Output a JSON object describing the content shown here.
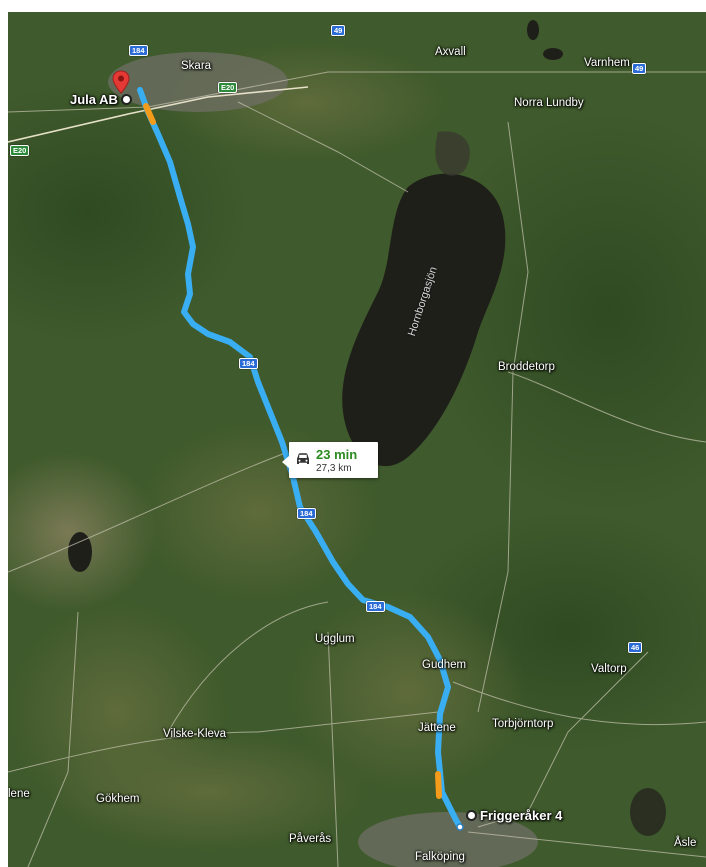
{
  "places": {
    "skara": "Skara",
    "axvall": "Axvall",
    "varnhem": "Varnhem",
    "norra_lundby": "Norra Lundby",
    "hornborgasjon": "Hornborgasjön",
    "broddetorp": "Broddetorp",
    "ugglum": "Ugglum",
    "gudhem": "Gudhem",
    "valtorp": "Valtorp",
    "vilske_kleva": "Vilske-Kleva",
    "jattene": "Jättene",
    "torbjorntorp": "Torbjörntorp",
    "lene": "lene",
    "gokhem": "Gökhem",
    "paveras": "Påverås",
    "falkoping": "Falköping",
    "asle": "Åsle"
  },
  "road_shields": {
    "r184_north": "184",
    "r49_top": "49",
    "e20_skara": "E20",
    "e20_west": "E20",
    "r49_varnhem": "49",
    "r184_mid": "184",
    "r184_lower": "184",
    "r184_south": "184",
    "r46": "46"
  },
  "route": {
    "origin_label": "Jula AB",
    "destination_label": "Friggeråker 4",
    "duration": "23 min",
    "distance": "27,3 km",
    "color": "#3aaef2",
    "traffic_color": "#f39b1a",
    "duration_color": "#2b8a20"
  },
  "icons": {
    "origin_pin": "map-pin-icon",
    "travel_mode": "car-icon"
  }
}
